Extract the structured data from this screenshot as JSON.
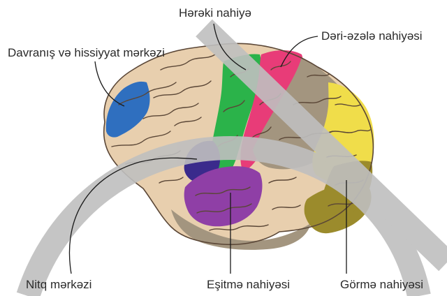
{
  "labels": {
    "motor_area": "Hərəki nahiyə",
    "skin_muscle_area": "Dəri-əzələ nahiyəsi",
    "behavior_center": "Davranış və hissiyyat mərkəzi",
    "speech_center": "Nitq mərkəzi",
    "hearing_area": "Eşitmə nahiyəsi",
    "vision_area": "Görmə nahiyəsi"
  },
  "colors": {
    "background": "#ffffff",
    "brain_base": "#e8cfae",
    "brain_outline": "#5a4636",
    "behavior_region": "#2f6fbf",
    "motor_region": "#2bb34a",
    "skin_muscle_region": "#e83c78",
    "speech_region": "#3a2a8c",
    "hearing_region": "#8f3fa6",
    "vision_region": "#f0dd4a",
    "vision_dark_region": "#9b8b2c",
    "cerebellum_shade": "#a3957f",
    "watermark": "#bfbfbf",
    "leader_line": "#1a1a1a"
  },
  "icons": {
    "brain": "brain-illustration"
  }
}
